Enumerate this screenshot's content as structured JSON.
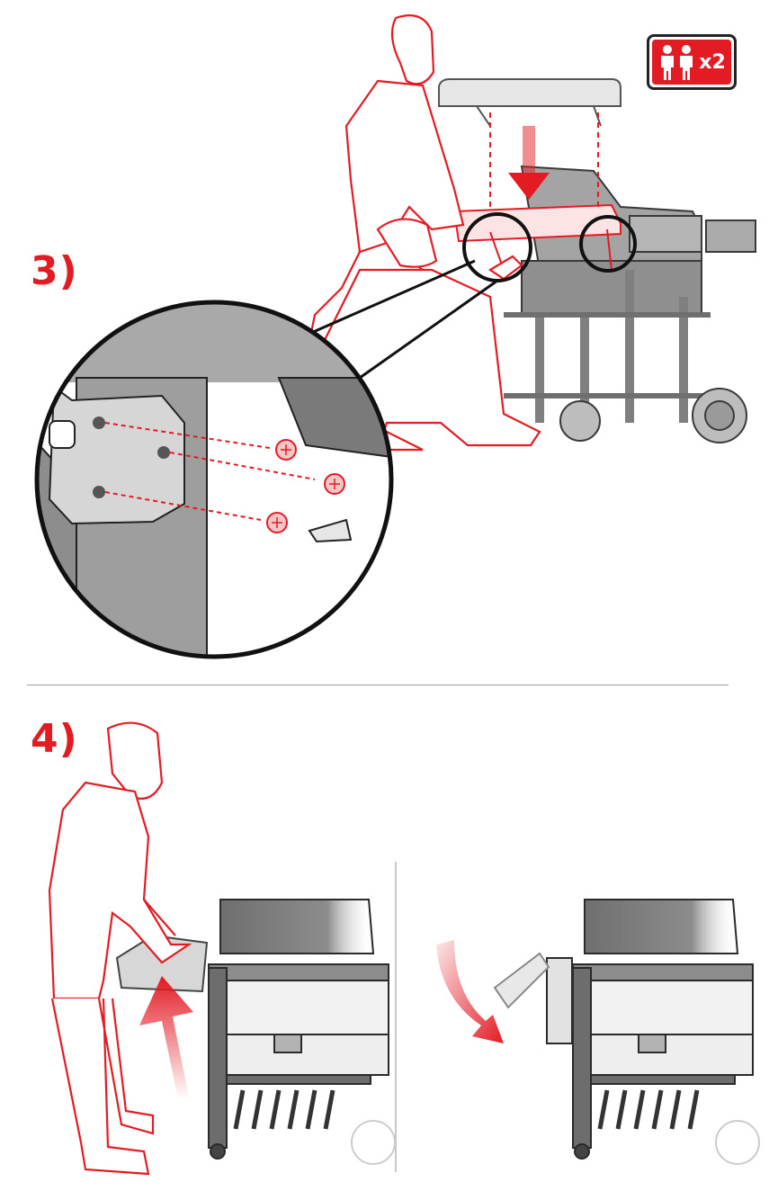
{
  "steps": [
    {
      "label": "3)"
    },
    {
      "label": "4)"
    }
  ],
  "badge": {
    "icon": "two-people-icon",
    "text": "x2"
  },
  "colors": {
    "accent": "#e31b23",
    "ink": "#222222",
    "grill_gray": "#8a8a8a",
    "divider": "#9a9a9a"
  }
}
